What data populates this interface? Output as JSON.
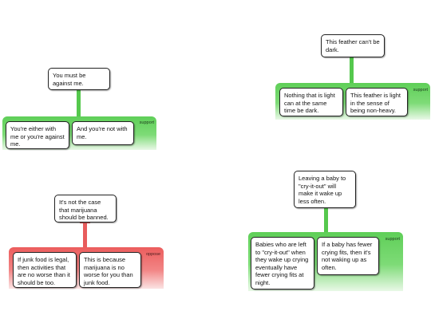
{
  "colors": {
    "support": "#5fcf58",
    "oppose": "#ec5d5d"
  },
  "maps": [
    {
      "relation_label": "support",
      "claim": "You must be against me.",
      "premises": [
        "You're either with me or you're against me.",
        "And you're not with me."
      ]
    },
    {
      "relation_label": "support",
      "claim": "This feather can't be dark.",
      "premises": [
        "Nothing that is light can at the same time be dark.",
        "This feather is light in the sense of being non-heavy."
      ]
    },
    {
      "relation_label": "oppose",
      "claim": "It's not the case that marijuana should be banned.",
      "premises": [
        "If junk food is legal, then activities that are no worse than it should be too.",
        "This is because marijuana is no worse for you than junk food."
      ]
    },
    {
      "relation_label": "support",
      "claim": "Leaving a baby to \"cry-it-out\" will make it wake up less often.",
      "premises": [
        "Babies who are left to \"cry-it-out\" when they wake up crying eventually have fewer crying fits at night.",
        "If a baby has fewer crying fits, then it's not waking up as often."
      ]
    }
  ]
}
